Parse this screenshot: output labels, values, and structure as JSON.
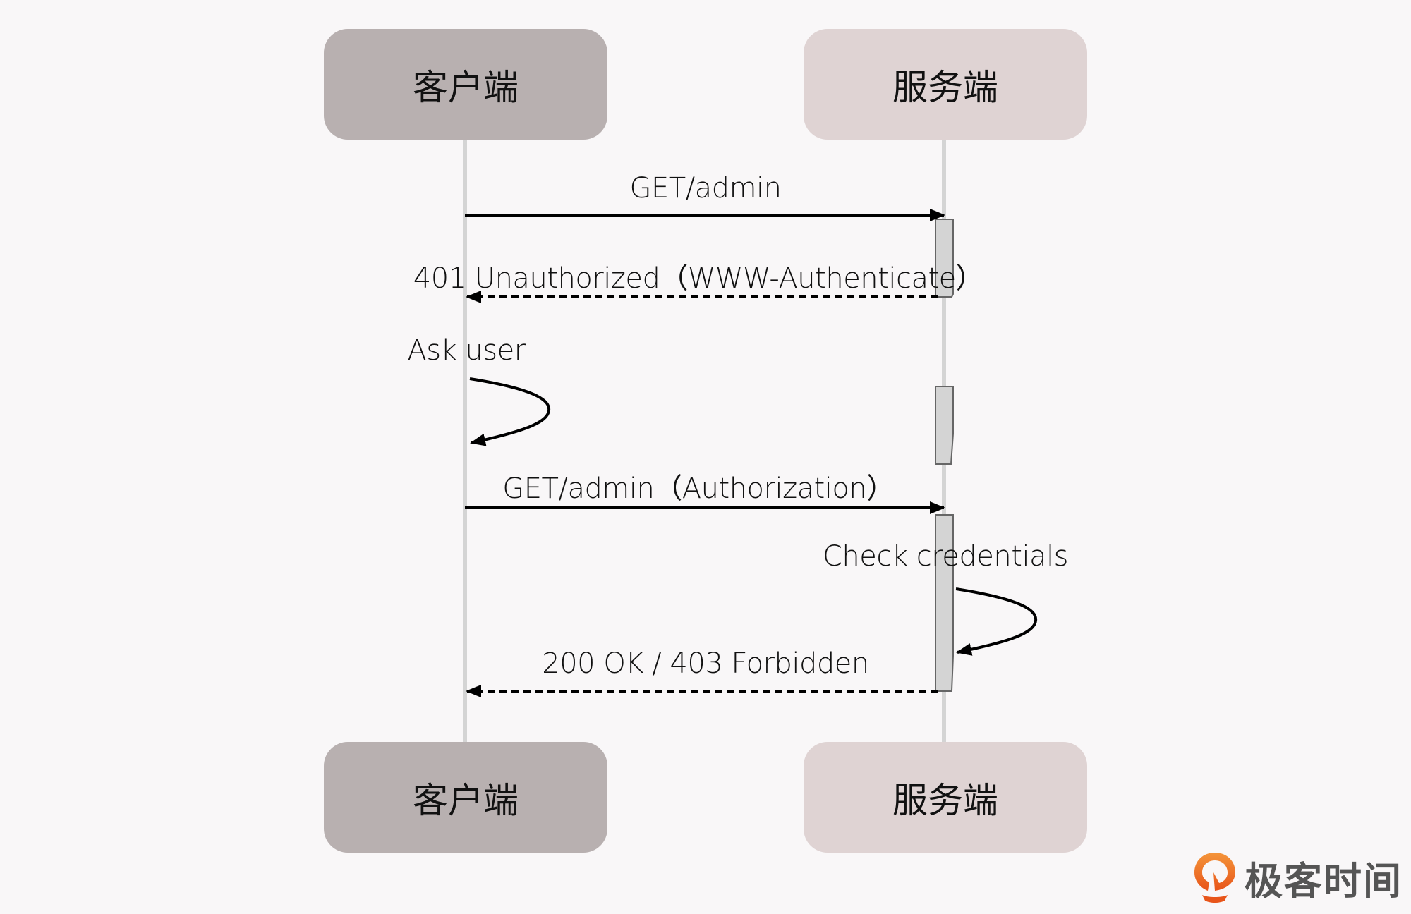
{
  "participants": {
    "client": "客户端",
    "server": "服务端"
  },
  "messages": [
    {
      "label": "GET/admin",
      "from": "client",
      "to": "server",
      "style": "solid"
    },
    {
      "label": "401 Unauthorized（WWW-Authenticate）",
      "from": "server",
      "to": "client",
      "style": "dashed"
    },
    {
      "label": "Ask user",
      "from": "client",
      "to": "client",
      "style": "self"
    },
    {
      "label": "GET/admin（Authorization）",
      "from": "client",
      "to": "server",
      "style": "solid"
    },
    {
      "label": "Check credentials",
      "from": "server",
      "to": "server",
      "style": "self"
    },
    {
      "label": "200 OK / 403 Forbidden",
      "from": "server",
      "to": "client",
      "style": "dashed"
    }
  ],
  "colors": {
    "client_box": "#b8b0b0",
    "server_box": "#dfd3d3",
    "lifeline": "#d4d4d4",
    "activation": "#d4d4d4",
    "logo_accent": "#ee6a1e"
  },
  "brand": {
    "name": "极客时间"
  }
}
